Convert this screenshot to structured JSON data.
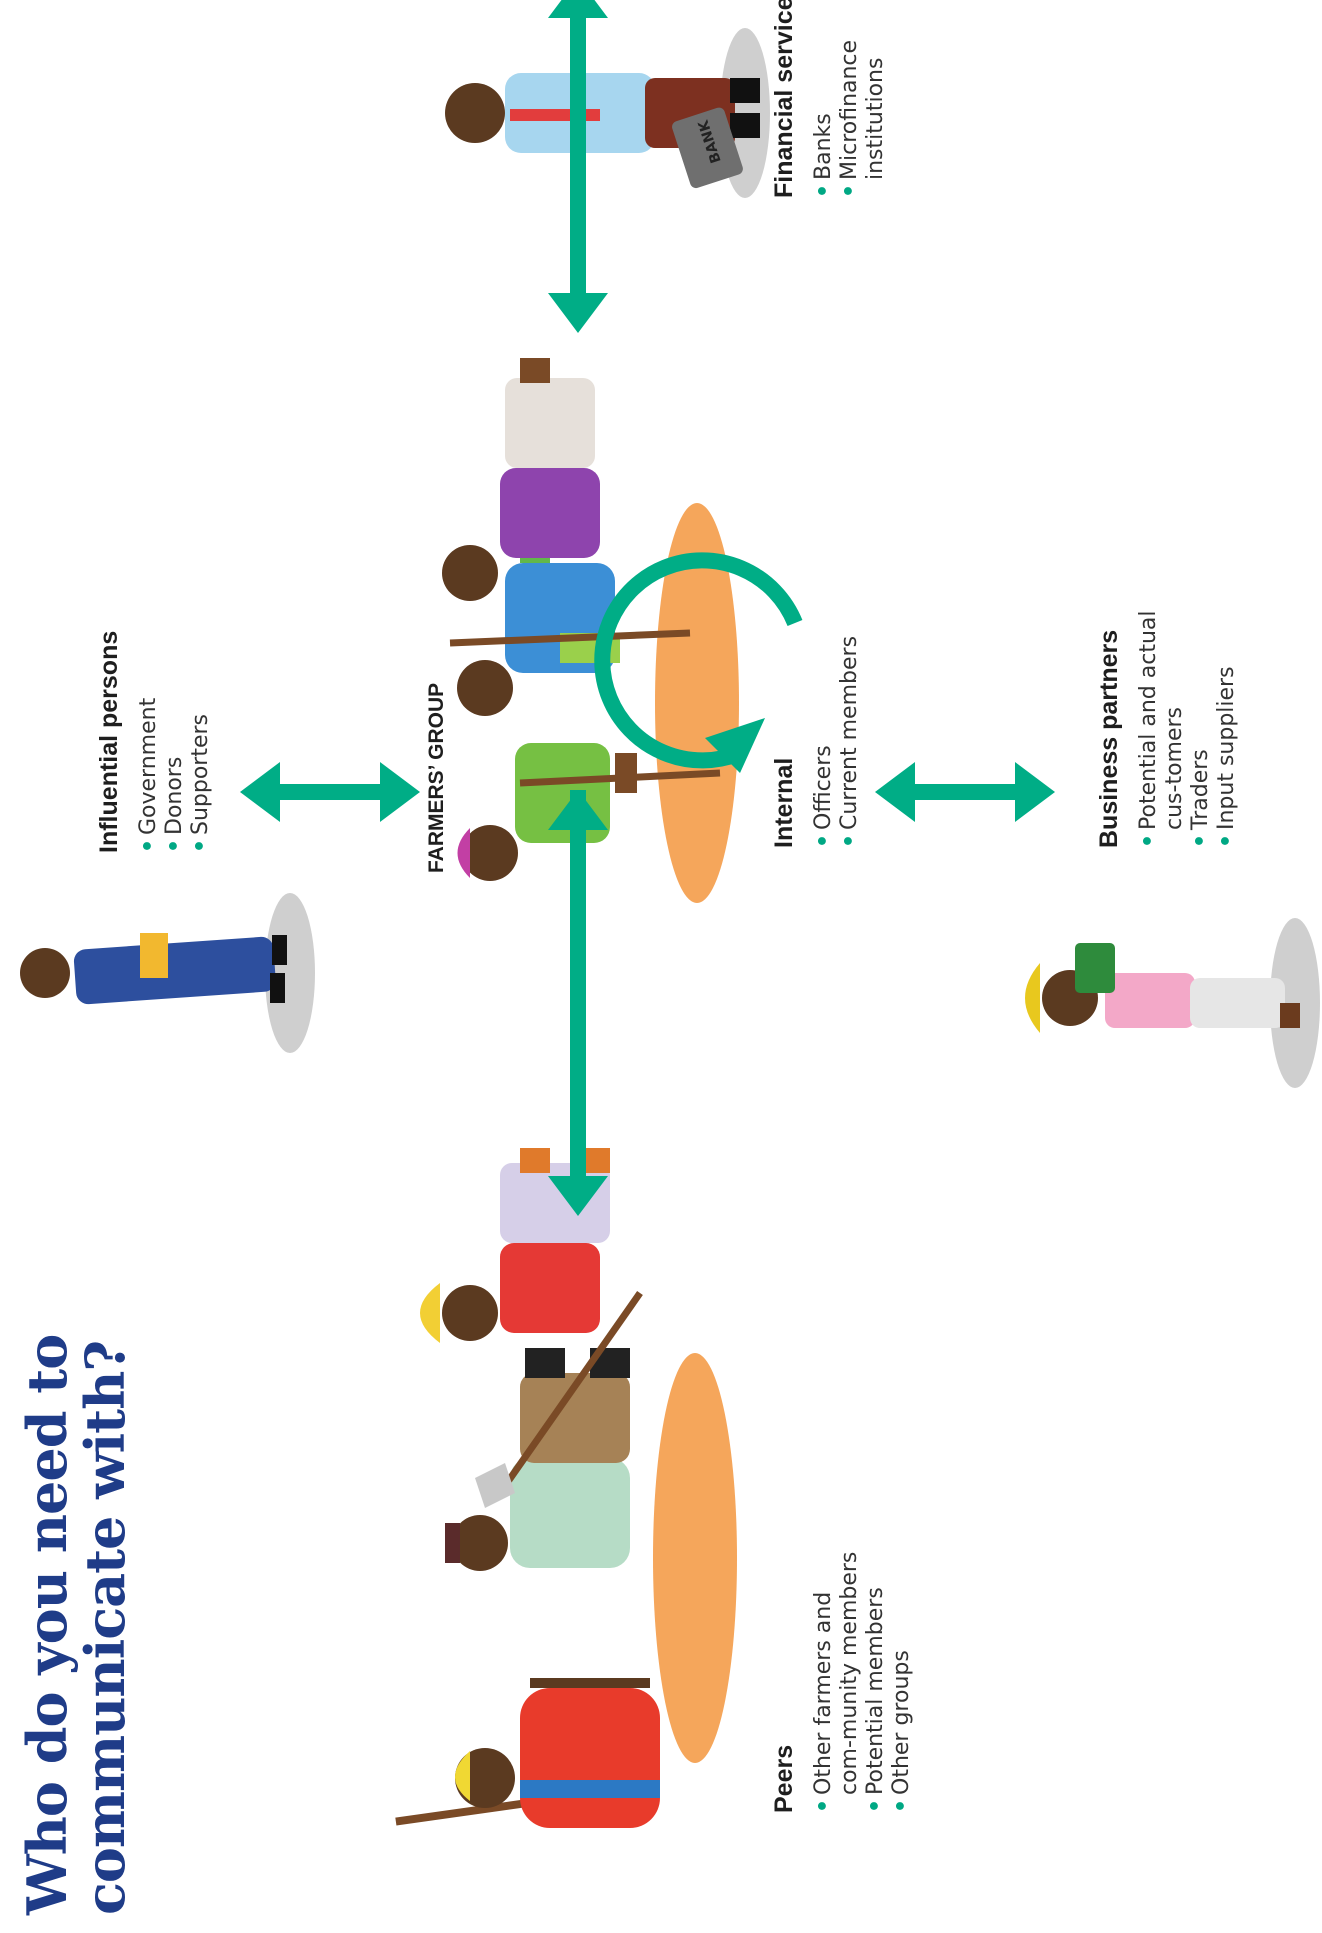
{
  "title_lines": [
    "Who do you need to",
    "communicate with?"
  ],
  "center_label": "FARMERS’ GROUP",
  "colors": {
    "arrow": "#00ad86",
    "title": "#1f3c88",
    "ground_orange": "#f5a65b",
    "ground_grey": "#cfcfcf"
  },
  "sections": {
    "peers": {
      "heading": "Peers",
      "items": [
        "Other farmers and com-munity members",
        "Potential members",
        "Other groups"
      ]
    },
    "influential": {
      "heading": "Influential persons",
      "items": [
        "Government",
        "Donors",
        "Supporters"
      ]
    },
    "internal": {
      "heading": "Internal",
      "items": [
        "Officers",
        "Current members"
      ]
    },
    "business": {
      "heading": "Business partners",
      "items": [
        "Potential and actual cus-tomers",
        "Traders",
        "Input suppliers"
      ]
    },
    "financial": {
      "heading": "Financial services",
      "items": [
        "Banks",
        "Microfinance institutions"
      ]
    }
  },
  "icons": {
    "briefcase_label": "BANK"
  }
}
